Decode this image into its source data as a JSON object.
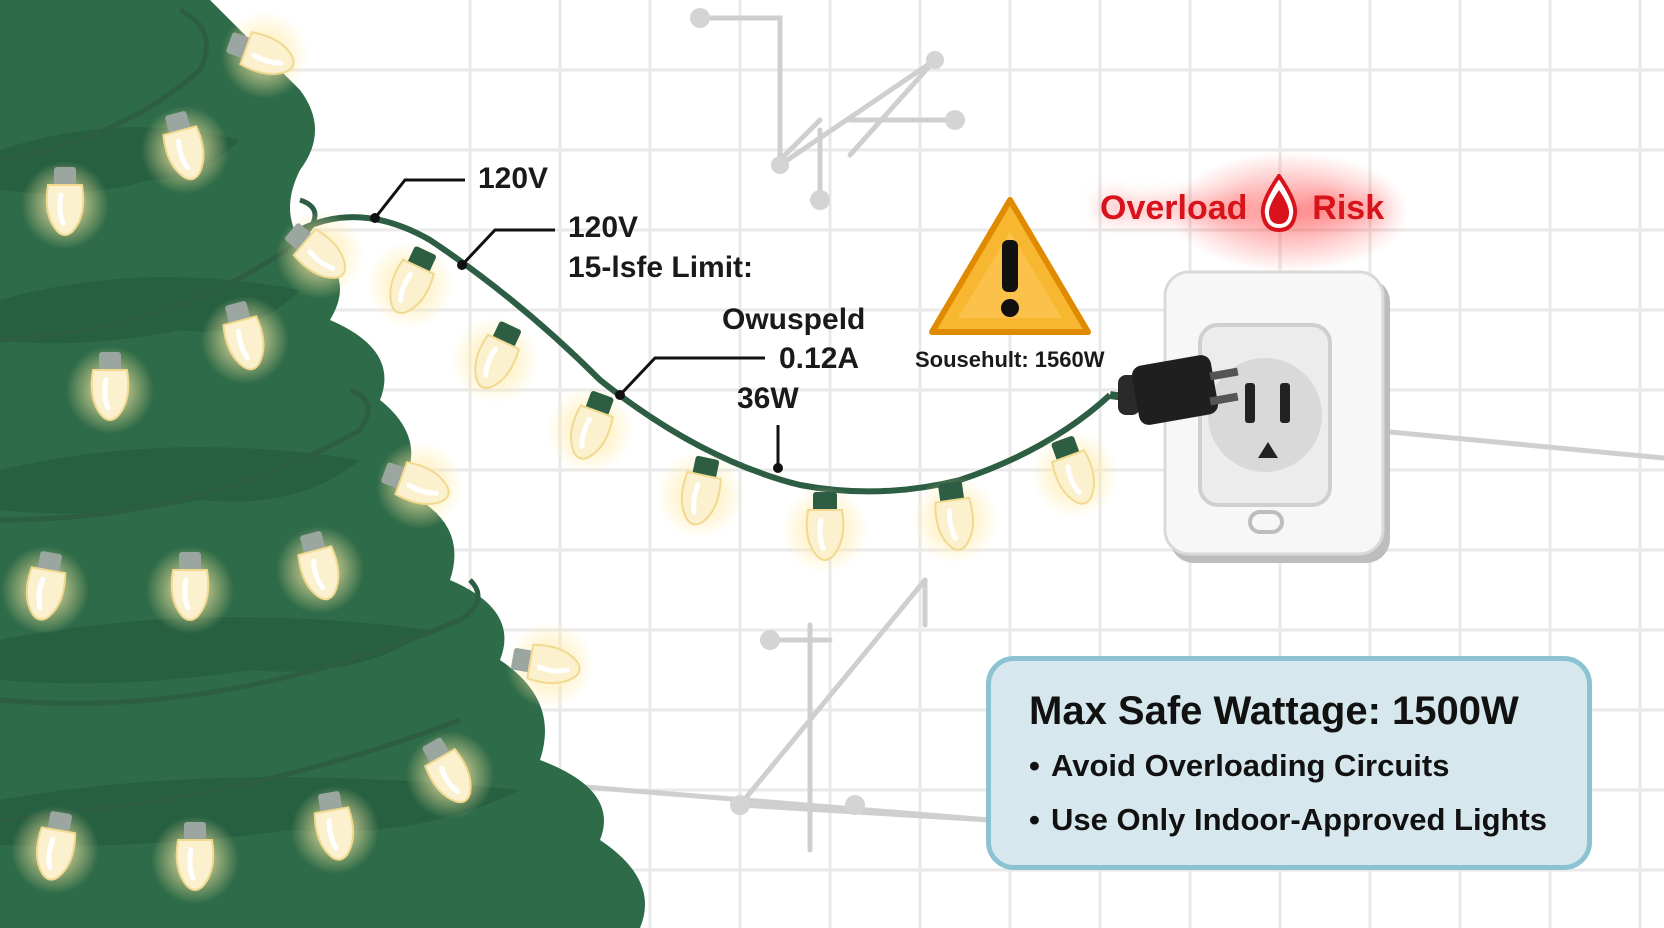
{
  "labels": {
    "voltage_1": "120V",
    "voltage_2": "120V",
    "limit": "15-lsfe Limit:",
    "overspeld": "Owuspeld",
    "current": "0.12A",
    "wattage": "36W"
  },
  "warning": {
    "overload_word": "Overload",
    "risk_word": "Risk",
    "outlet_label": "Sousehult: 1560W"
  },
  "info_box": {
    "title": "Max Safe Wattage: 1500W",
    "items": [
      "Avoid Overloading Circuits",
      "Use Only Indoor-Approved Lights"
    ]
  },
  "colors": {
    "tree": "#2e6b48",
    "wire": "#2d5e43",
    "bulb": "#fbf1cf",
    "warning_yellow": "#f7b731",
    "risk_red": "#d8131b",
    "info_bg": "#d6e8ee",
    "info_border": "#8cc3d3"
  },
  "icons": [
    "warning-triangle-icon",
    "blood-drop-icon",
    "power-outlet-icon",
    "plug-icon",
    "christmas-tree-icon",
    "light-bulb-icon"
  ]
}
